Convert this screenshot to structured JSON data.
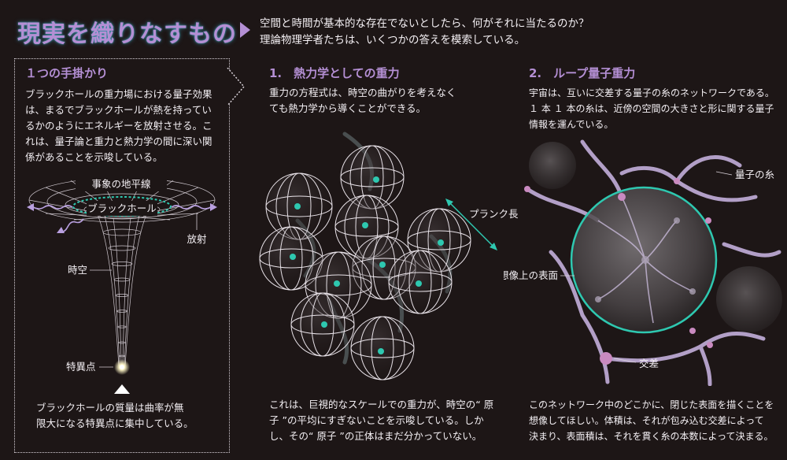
{
  "header": {
    "title": "現実を織りなすもの",
    "subtitle_line1": "空間と時間が基本的な存在でないとしたら、何がそれに当たるのか？",
    "subtitle_line2": "理論物理学者たちは、いくつかの答えを模索している。"
  },
  "clue_panel": {
    "heading": "１つの手掛かり",
    "body": [
      "ブラックホールの重力場における量子効果",
      "は、まるでブラックホールが熱を持ってい",
      "るかのようにエネルギーを放射させる。こ",
      "れは、量子論と重力と熱力学の間に深い関",
      "係があることを示唆している。"
    ],
    "label_event_horizon": "事象の地平線",
    "label_black_hole": "ブラックホール",
    "label_radiation": "放射",
    "label_spacetime": "時空",
    "label_singularity": "特異点",
    "caption": [
      "ブラックホールの質量は曲率が無",
      "限大になる特異点に集中している。"
    ]
  },
  "section1": {
    "heading": "1.　熱力学としての重力",
    "intro": [
      "重力の方程式は、時空の曲がりを考えなく",
      "ても熱力学から導くことができる。"
    ],
    "label_planck": "プランク長",
    "caption": [
      "これは、巨視的なスケールでの重力が、時空の“ 原",
      "子 ”の平均にすぎないことを示唆している。しか",
      "し、その“ 原子 ”の正体はまだ分かっていない。"
    ]
  },
  "section2": {
    "heading": "2.　ループ量子重力",
    "intro": [
      "宇宙は、互いに交差する量子の糸のネットワークである。",
      "１ 本 １ 本の糸は、近傍の空間の大きさと形に関する量子",
      "情報を運んでいる。"
    ],
    "label_threads": "量子の糸",
    "label_surface": "想像上の表面",
    "label_intersection": "交差",
    "caption": [
      "このネットワーク中のどこかに、閉じた表面を描くことを",
      "想像してほしい。体積は、それが包み込む交差によって",
      "決まり、表面積は、それを貫く糸の本数によって決まる。"
    ]
  },
  "colors": {
    "accent_purple": "#b48fd4",
    "accent_teal": "#2ec8b0",
    "background": "#1d1616"
  }
}
